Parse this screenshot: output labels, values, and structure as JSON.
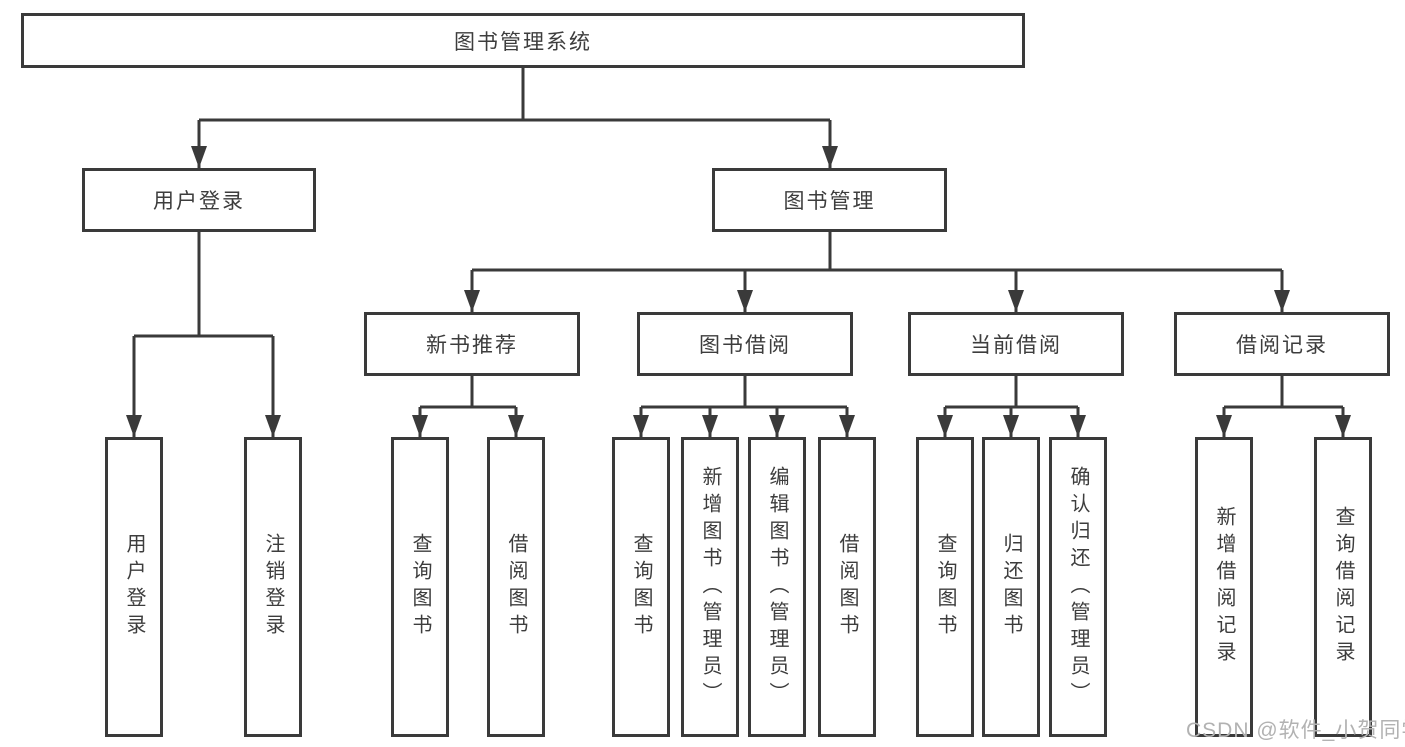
{
  "diagram": {
    "type": "tree",
    "title": "图书管理系统",
    "colors": {
      "line": "#3a3a3a",
      "border": "#3a3a3a",
      "text": "#3d3d3d",
      "box_fill": "#ffffff",
      "background": "#ffffff",
      "watermark": "#b2b2b2"
    },
    "tree": {
      "label": "图书管理系统",
      "children": [
        {
          "label": "用户登录",
          "children": [
            {
              "label": "用户登录"
            },
            {
              "label": "注销登录"
            }
          ]
        },
        {
          "label": "图书管理",
          "children": [
            {
              "label": "新书推荐",
              "children": [
                {
                  "label": "查询图书"
                },
                {
                  "label": "借阅图书"
                }
              ]
            },
            {
              "label": "图书借阅",
              "children": [
                {
                  "label": "查询图书"
                },
                {
                  "label": "新增图书（管理员）"
                },
                {
                  "label": "编辑图书（管理员）"
                },
                {
                  "label": "借阅图书"
                }
              ]
            },
            {
              "label": "当前借阅",
              "children": [
                {
                  "label": "查询图书"
                },
                {
                  "label": "归还图书"
                },
                {
                  "label": "确认归还（管理员）"
                }
              ]
            },
            {
              "label": "借阅记录",
              "children": [
                {
                  "label": "新增借阅记录"
                },
                {
                  "label": "查询借阅记录"
                }
              ]
            }
          ]
        }
      ]
    }
  },
  "watermark": {
    "text": "CSDN @软件_小贺同学"
  }
}
